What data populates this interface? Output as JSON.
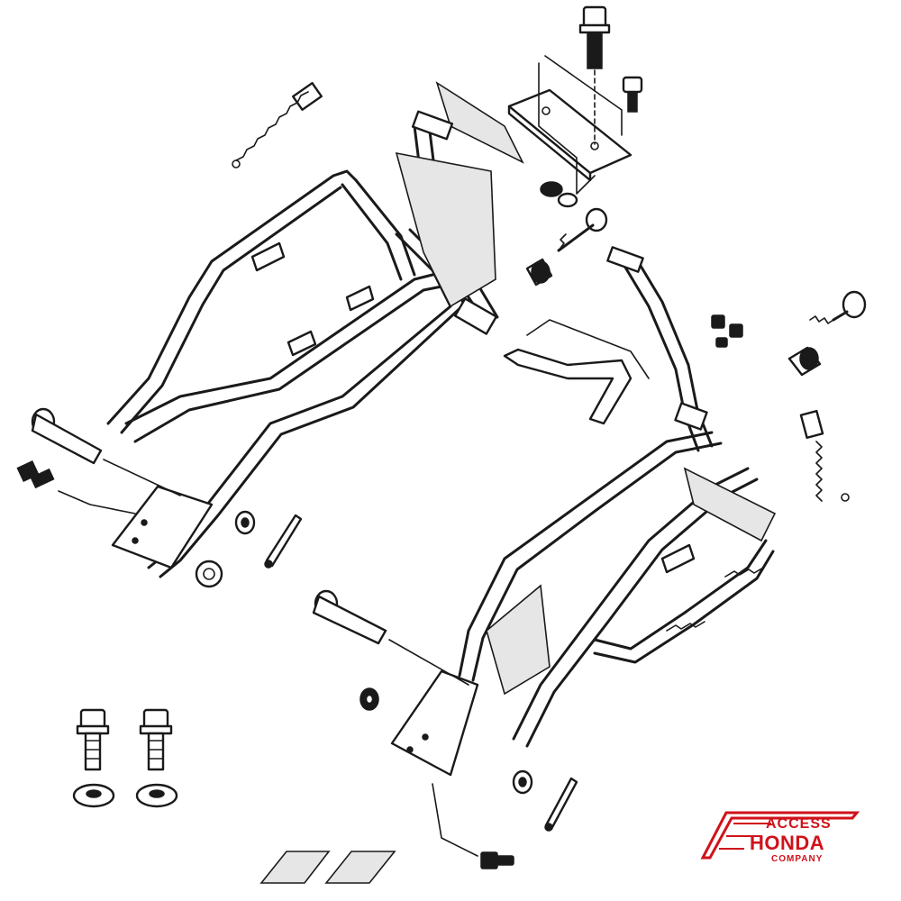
{
  "logo": {
    "line1": "ACCESS",
    "line2": "HONDA",
    "line3": "COMPANY",
    "color": "#d0121b"
  },
  "diagram": {
    "line_color": "#1a1a1a",
    "background": "#ffffff"
  }
}
